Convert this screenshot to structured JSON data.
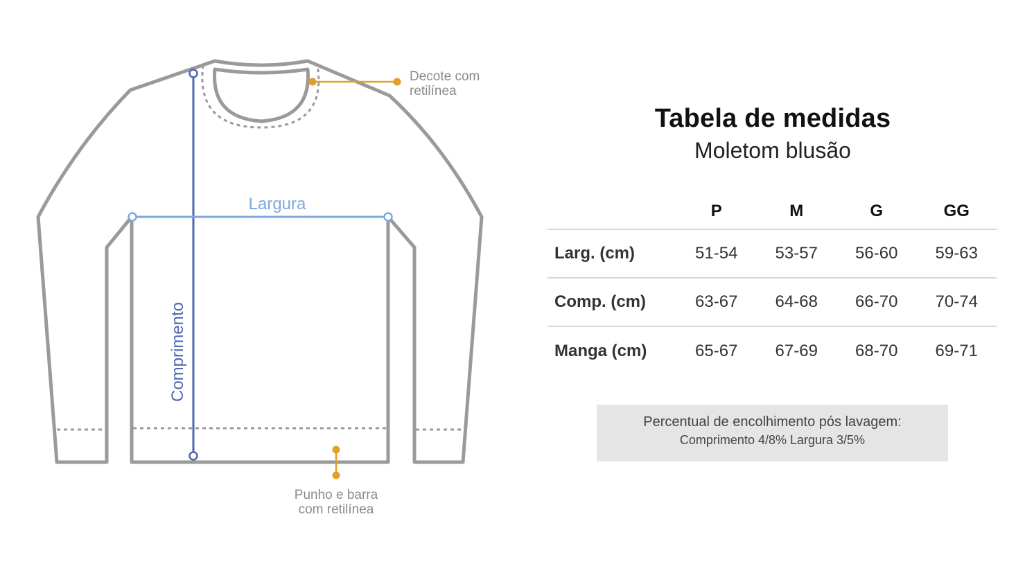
{
  "diagram": {
    "callout_decote": [
      "Decote com",
      "retilínea"
    ],
    "callout_punho": [
      "Punho e barra",
      "com retilínea"
    ],
    "label_largura": "Largura",
    "label_comprimento": "Comprimento",
    "colors": {
      "garment": "#9a9a9a",
      "callout": "#e0a029",
      "largura": "#7ea9dc",
      "comprimento": "#4f67ae"
    }
  },
  "table": {
    "title": "Tabela de medidas",
    "subtitle": "Moletom blusão",
    "headers": [
      "P",
      "M",
      "G",
      "GG"
    ],
    "rows": [
      {
        "label": "Larg. (cm)",
        "color": "#3aa7dc",
        "values": [
          "51-54",
          "53-57",
          "56-60",
          "59-63"
        ]
      },
      {
        "label": "Comp. (cm)",
        "color": "#1f6eb3",
        "values": [
          "63-67",
          "64-68",
          "66-70",
          "70-74"
        ]
      },
      {
        "label": "Manga (cm)",
        "color": "#111111",
        "values": [
          "65-67",
          "67-69",
          "68-70",
          "69-71"
        ]
      }
    ]
  },
  "note": {
    "line1": "Percentual de encolhimento pós lavagem:",
    "line2": "Comprimento 4/8% Largura 3/5%"
  }
}
